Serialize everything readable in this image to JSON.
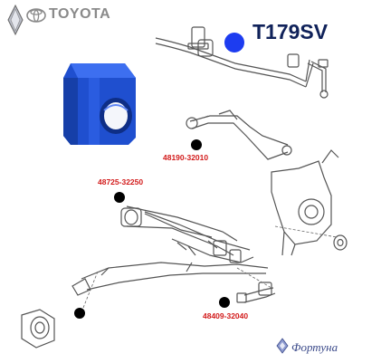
{
  "brand": {
    "name": "TOYOTA"
  },
  "product": {
    "code": "T179SV"
  },
  "part_numbers": [
    "48190-32010",
    "48725-32250",
    "48409-32040"
  ],
  "watermark": {
    "text": "Фортуна"
  },
  "colors": {
    "bushing_blue": "#1f4fcf",
    "part_number_red": "#d21a1a",
    "code_navy": "#10225a",
    "marker_blue": "#1d3cf0"
  }
}
